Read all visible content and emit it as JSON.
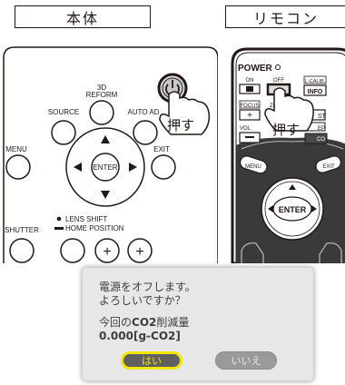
{
  "labels": {
    "main_unit": "本体",
    "remote": "リモコン"
  },
  "projector": {
    "reform_line1": "3D",
    "reform_line2": "REFORM",
    "source": "SOURCE",
    "auto_adj": "AUTO AD",
    "menu": "MENU",
    "enter": "ENTER",
    "exit": "EXIT",
    "shutter": "SHUTTER",
    "lens_shift": "LENS SHIFT",
    "home_position": "HOME POSITION",
    "press": "押す"
  },
  "remote_ctrl": {
    "power": "POWER",
    "on": "ON",
    "off": "OFF",
    "lcalib": "L-CALIB.",
    "info": "INFO",
    "focus": "FOCUS",
    "zoom_partial": "ZC",
    "st_partial": "ST",
    "vol": "VOL.",
    "ep_partial": "EP",
    "eco_partial": "CO",
    "menu": "MENU",
    "exit": "EXIT",
    "enter": "ENTER",
    "press": "押す"
  },
  "dialog": {
    "line1": "電源をオフします。",
    "line2": "よろしいですか？",
    "co2_prefix": "今回の",
    "co2_bold": "CO2",
    "co2_suffix": "削減量",
    "co2_value": "0.000[g-CO2]",
    "yes": "はい",
    "no": "いいえ"
  },
  "colors": {
    "line": "#231815",
    "highlight": "#f3e600",
    "dialog_bg": "#e7e7e7",
    "remote_body": "#2a2a2a"
  }
}
